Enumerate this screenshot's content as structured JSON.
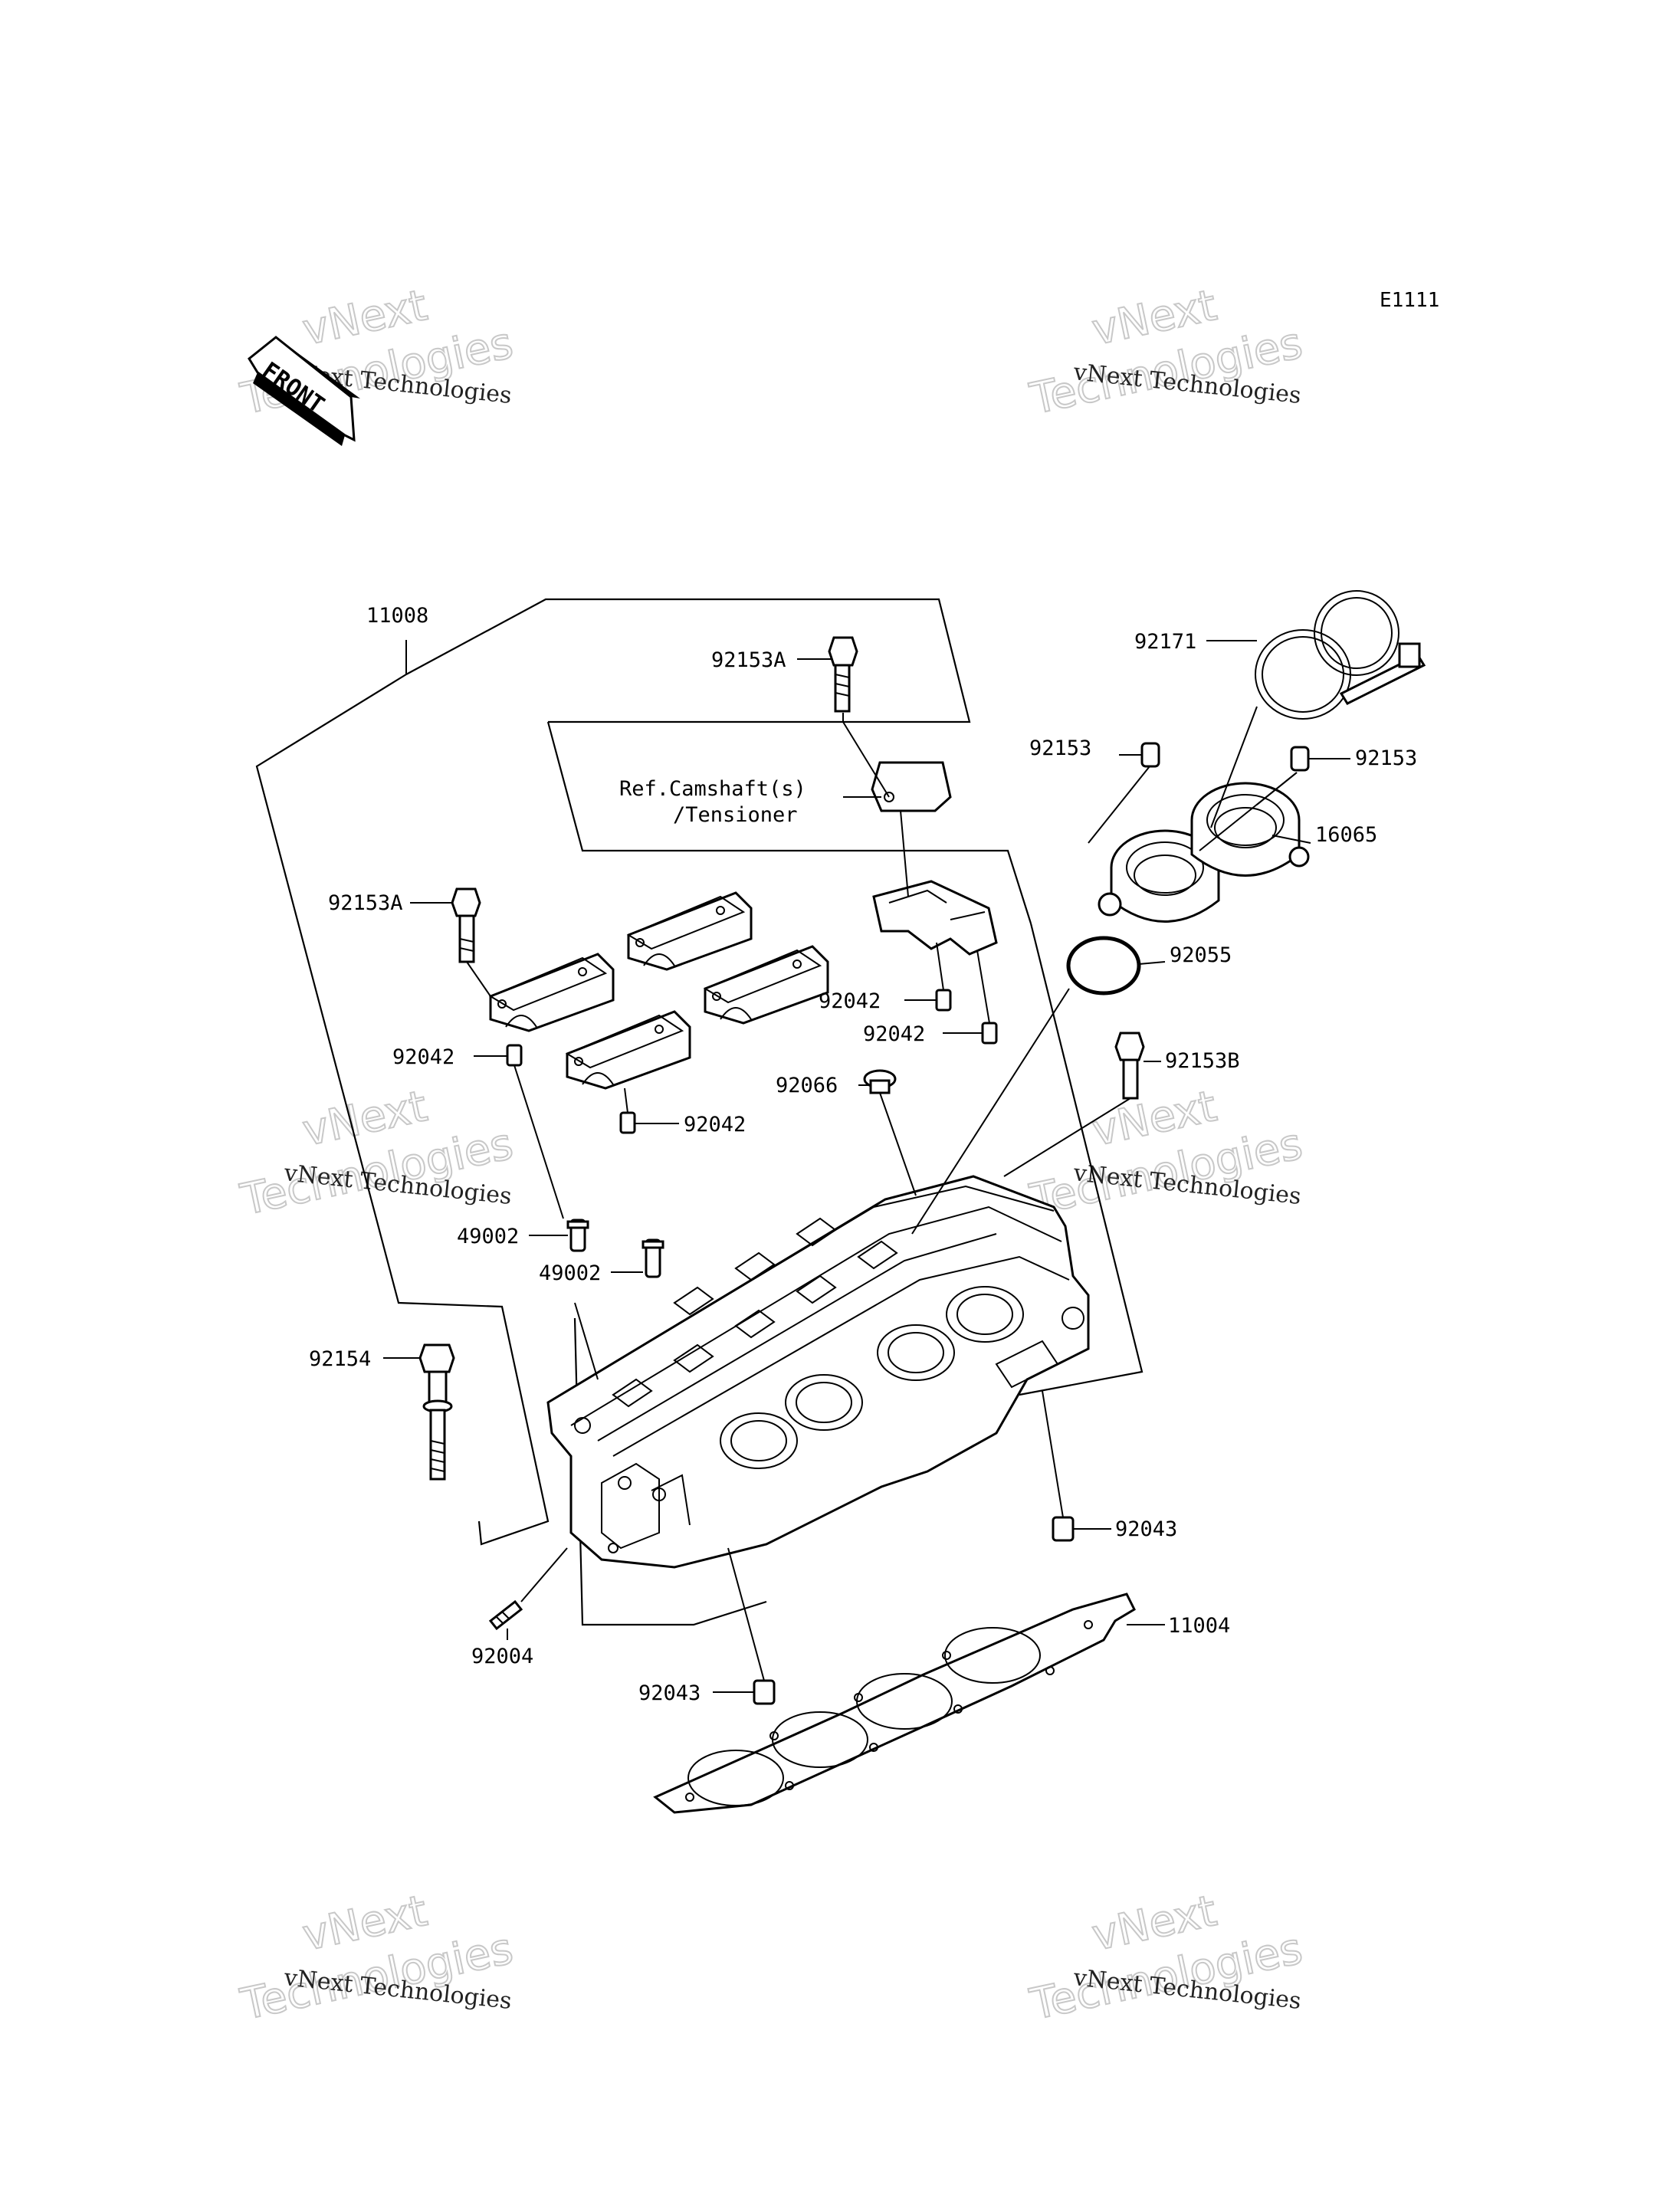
{
  "diagram": {
    "code": "E1111",
    "front_label": "FRONT",
    "ref_note": {
      "line1": "Ref.Camshaft(s)",
      "line2": "/Tensioner"
    },
    "watermark": {
      "line1": "vNext Technologies",
      "line2": "vNext",
      "line3": "Technologies"
    },
    "parts": {
      "p11008": "11008",
      "p92153A_top": "92153A",
      "p92171": "92171",
      "p92153_left": "92153",
      "p92153_right": "92153",
      "p16065": "16065",
      "p92153A_left": "92153A",
      "p92055": "92055",
      "p92042_a": "92042",
      "p92042_b": "92042",
      "p92042_c": "92042",
      "p92042_d": "92042",
      "p92066": "92066",
      "p92153B": "92153B",
      "p49002_a": "49002",
      "p49002_b": "49002",
      "p92154": "92154",
      "p92043_a": "92043",
      "p92004": "92004",
      "p11004": "11004",
      "p92043_b": "92043"
    }
  }
}
